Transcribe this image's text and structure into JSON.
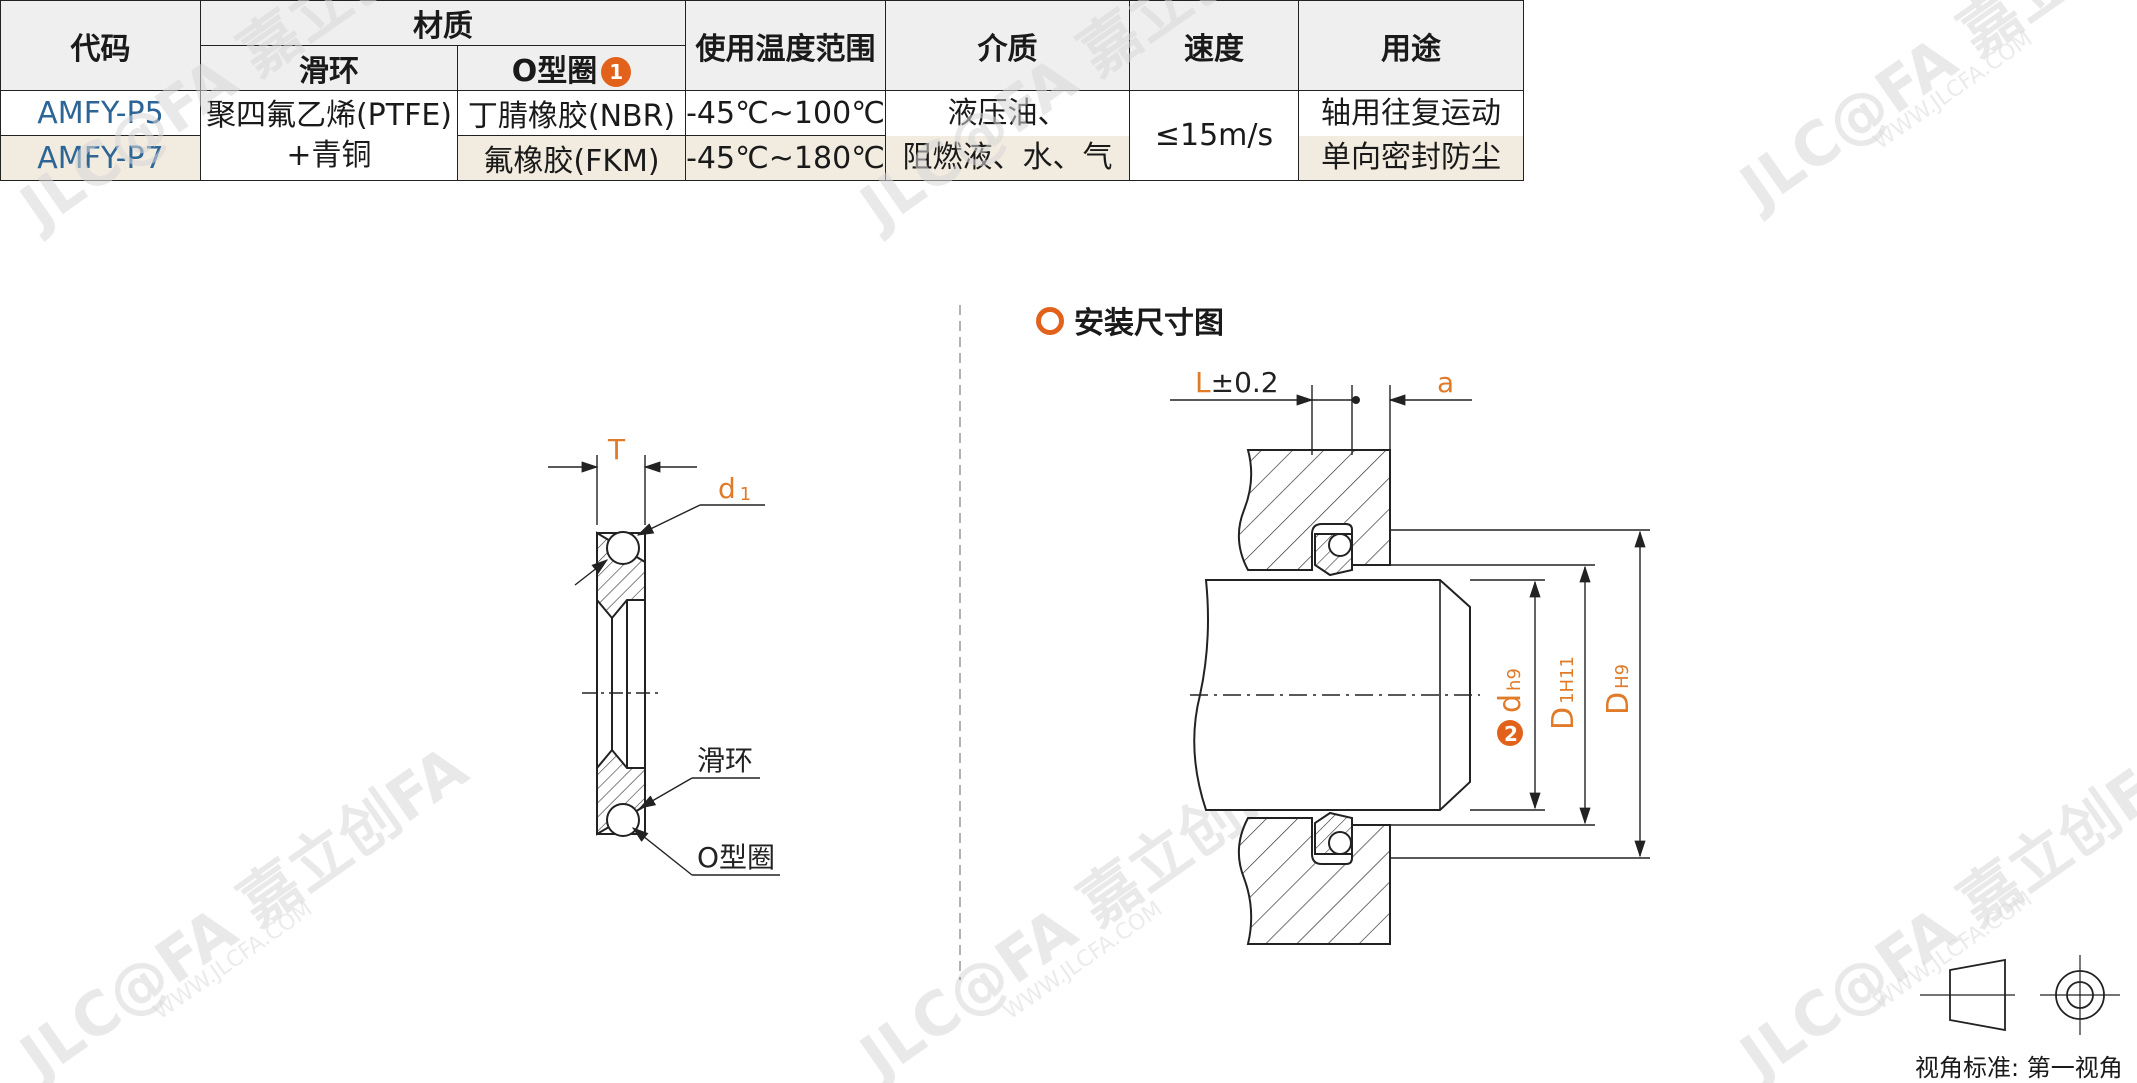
{
  "table": {
    "headers": {
      "code": "代码",
      "material": "材质",
      "slide_ring": "滑环",
      "o_ring": "O型圈",
      "o_ring_badge": "1",
      "temp_range": "使用温度范围",
      "medium": "介质",
      "speed": "速度",
      "usage": "用途"
    },
    "rows": [
      {
        "code": "AMFY-P5",
        "slide_ring": "聚四氟乙烯(PTFE)",
        "o_ring": "丁腈橡胶(NBR)",
        "temp": "-45℃~100℃"
      },
      {
        "code": "AMFY-P7",
        "slide_ring": "+青铜",
        "o_ring": "氟橡胶(FKM)",
        "temp": "-45℃~180℃"
      }
    ],
    "medium_line1": "液压油、",
    "medium_line2": "阻燃液、水、气",
    "speed": "≤15m/s",
    "usage_line1": "轴用往复运动",
    "usage_line2": "单向密封防尘"
  },
  "left_drawing": {
    "dim_T": "T",
    "dim_d1": "d",
    "dim_d1_sub": "1",
    "label_slide_ring": "滑环",
    "label_o_ring": "O型圈"
  },
  "right_drawing": {
    "title": "安装尺寸图",
    "dim_L": "L",
    "dim_L_tol": "±0.2",
    "dim_a": "a",
    "dim_d": "d",
    "dim_d_sub": "h9",
    "dim_d_badge": "2",
    "dim_D1": "D",
    "dim_D1_sub": "1H11",
    "dim_D": "D",
    "dim_D_sub": "H9"
  },
  "view_standard": "视角标准: 第一视角",
  "watermark": {
    "brand": "JLC@FA 嘉立创FA",
    "url": "WWW.JLCFA.COM"
  },
  "colors": {
    "accent": "#e2621b",
    "code_blue": "#2d6596",
    "header_bg": "#efefef",
    "alt_row_bg": "#f1ecdf",
    "dimension_orange": "#e07b2a"
  }
}
